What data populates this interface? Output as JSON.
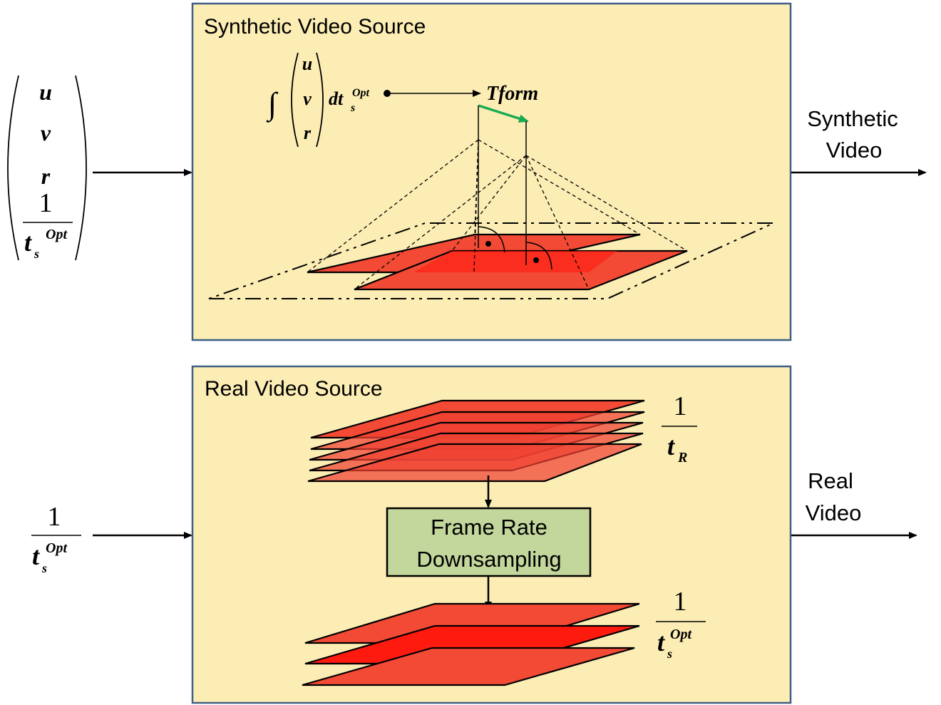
{
  "synthetic_box": {
    "title": "Synthetic Video Source",
    "integral": {
      "vector": [
        "u",
        "v",
        "r"
      ],
      "differential": "dt",
      "subscript": "s",
      "superscript": "Opt"
    },
    "transform_label": "Tform"
  },
  "synthetic_input": {
    "vector": [
      "u",
      "v",
      "r"
    ],
    "fraction_numerator": "1",
    "fraction_denominator": "t",
    "subscript": "s",
    "superscript": "Opt"
  },
  "synthetic_output": {
    "line1": "Synthetic",
    "line2": "Video"
  },
  "real_box": {
    "title": "Real Video Source",
    "top_rate": {
      "numerator": "1",
      "denominator": "t",
      "subscript": "R"
    },
    "process_line1": "Frame Rate",
    "process_line2": "Downsampling",
    "bottom_rate": {
      "numerator": "1",
      "denominator": "t",
      "subscript": "s",
      "superscript": "Opt"
    }
  },
  "real_input": {
    "numerator": "1",
    "denominator": "t",
    "subscript": "s",
    "superscript": "Opt"
  },
  "real_output": {
    "line1": "Real",
    "line2": "Video"
  },
  "colors": {
    "box_fill": "#fcedb4",
    "box_border": "#3f5f86",
    "frame_red": "#f24a35",
    "frame_dark_red": "#ff1a10",
    "process_fill": "#c3d69b",
    "motion_arrow": "#1aaa50"
  }
}
